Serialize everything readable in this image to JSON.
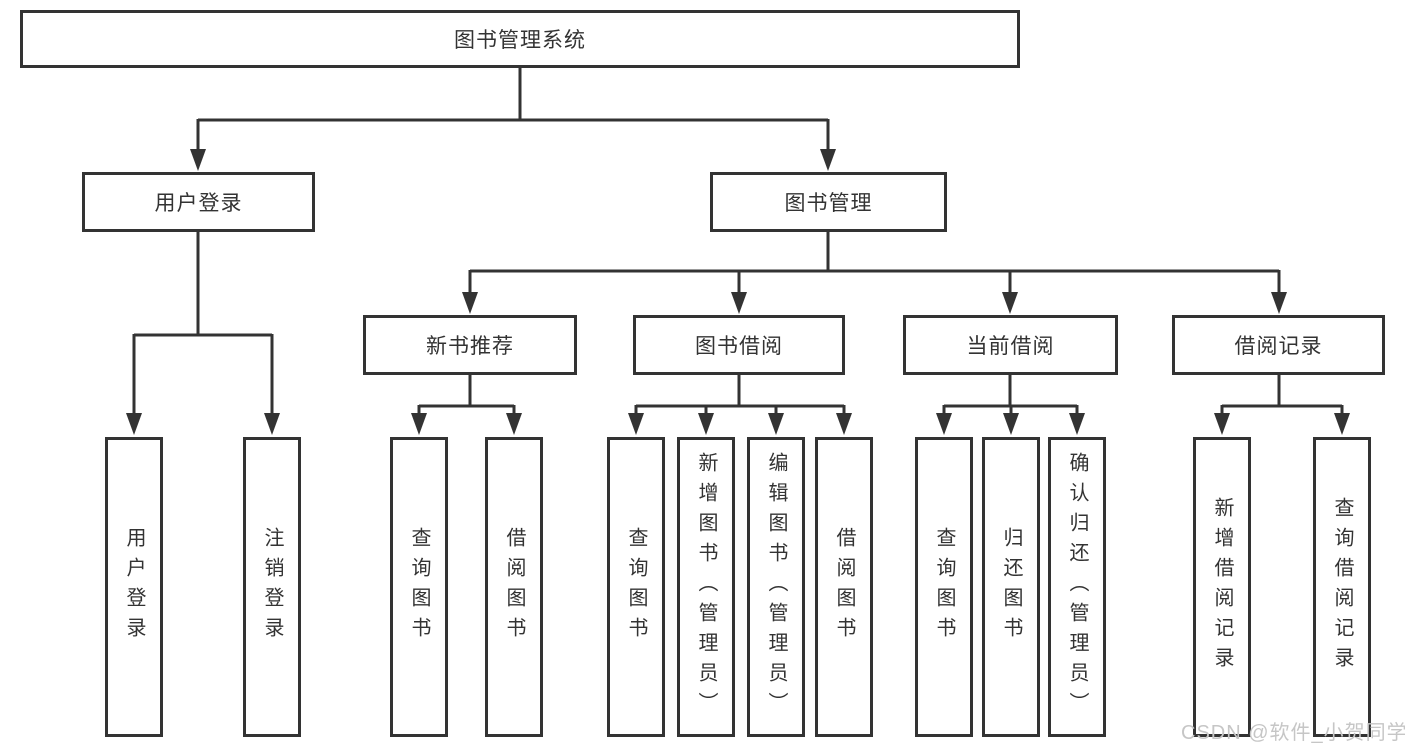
{
  "colors": {
    "line": "#333333",
    "text": "#333333",
    "box_background": "#ffffff",
    "watermark": "#c6c6c6"
  },
  "tree": {
    "root": {
      "label": "图书管理系统"
    },
    "level2": [
      {
        "label": "用户登录"
      },
      {
        "label": "图书管理"
      }
    ],
    "level3": [
      {
        "label": "新书推荐",
        "parent": "图书管理"
      },
      {
        "label": "图书借阅",
        "parent": "图书管理"
      },
      {
        "label": "当前借阅",
        "parent": "图书管理"
      },
      {
        "label": "借阅记录",
        "parent": "图书管理"
      }
    ],
    "leaves": [
      {
        "label": "用户登录",
        "parent": "用户登录"
      },
      {
        "label": "注销登录",
        "parent": "用户登录"
      },
      {
        "label": "查询图书",
        "parent": "新书推荐"
      },
      {
        "label": "借阅图书",
        "parent": "新书推荐"
      },
      {
        "label": "查询图书",
        "parent": "图书借阅"
      },
      {
        "label": "新增图书（管理员）",
        "parent": "图书借阅"
      },
      {
        "label": "编辑图书（管理员）",
        "parent": "图书借阅"
      },
      {
        "label": "借阅图书",
        "parent": "图书借阅"
      },
      {
        "label": "查询图书",
        "parent": "当前借阅"
      },
      {
        "label": "归还图书",
        "parent": "当前借阅"
      },
      {
        "label": "确认归还（管理员）",
        "parent": "当前借阅"
      },
      {
        "label": "新增借阅记录",
        "parent": "借阅记录"
      },
      {
        "label": "查询借阅记录",
        "parent": "借阅记录"
      }
    ]
  },
  "watermark": "CSDN @软件_小贺同学"
}
